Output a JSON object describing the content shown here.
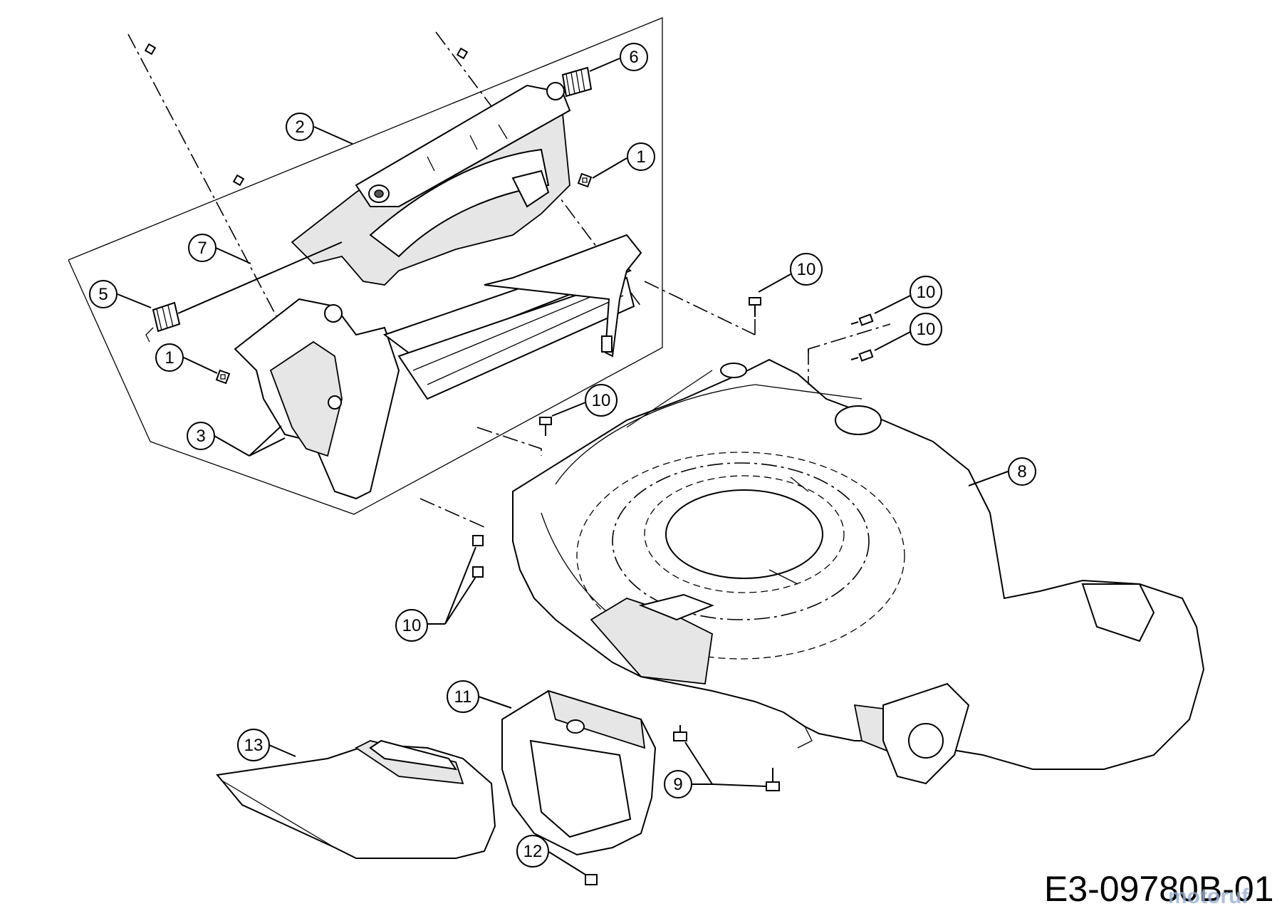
{
  "diagram": {
    "code": "E3-09780B-01",
    "watermark": "motoruf",
    "callouts": [
      {
        "id": "c-6a",
        "label": "6"
      },
      {
        "id": "c-2a",
        "label": "2"
      },
      {
        "id": "c-1a",
        "label": "1"
      },
      {
        "id": "c-7a",
        "label": "7"
      },
      {
        "id": "c-5a",
        "label": "5"
      },
      {
        "id": "c-1b",
        "label": "1"
      },
      {
        "id": "c-3a",
        "label": "3"
      },
      {
        "id": "c-10a",
        "label": "10"
      },
      {
        "id": "c-10b",
        "label": "10"
      },
      {
        "id": "c-10c",
        "label": "10"
      },
      {
        "id": "c-10d",
        "label": "10"
      },
      {
        "id": "c-8a",
        "label": "8"
      },
      {
        "id": "c-10e",
        "label": "10"
      },
      {
        "id": "c-11a",
        "label": "11"
      },
      {
        "id": "c-13a",
        "label": "13"
      },
      {
        "id": "c-9a",
        "label": "9"
      },
      {
        "id": "c-12a",
        "label": "12"
      }
    ]
  }
}
